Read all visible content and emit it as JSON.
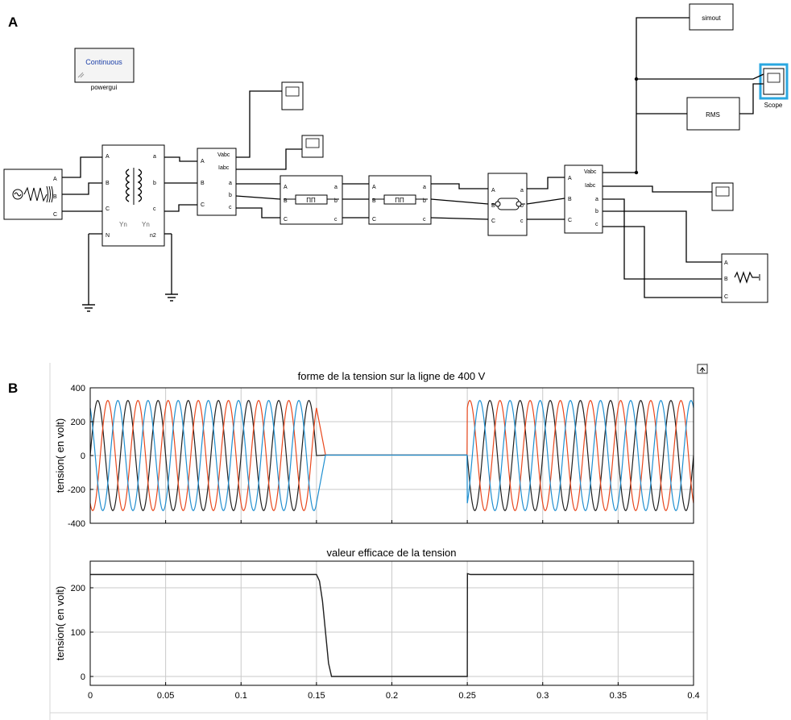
{
  "panels": {
    "a": "A",
    "b": "B"
  },
  "diagram": {
    "powergui": {
      "mode": "Continuous",
      "name": "powergui"
    },
    "simout": "simout",
    "rms": "RMS",
    "scope_name": "Scope",
    "transformer": {
      "ports_left": [
        "A",
        "B",
        "C",
        "N"
      ],
      "ports_right": [
        "a",
        "b",
        "c",
        "n2"
      ],
      "windings": [
        "Yn",
        "Yn"
      ]
    },
    "source_ports": [
      "A",
      "B",
      "C"
    ],
    "measurement_ports_left": [
      "A",
      "B",
      "C"
    ],
    "measurement_ports_right": [
      "Vabc",
      "Iabc",
      "a",
      "b",
      "c"
    ],
    "line_ports_left": [
      "A",
      "B",
      "C"
    ],
    "line_ports_right": [
      "a",
      "b",
      "c"
    ],
    "pi_symbol": "ΠΠ",
    "load_ports": [
      "A",
      "B",
      "C"
    ],
    "accent_color": "#2aa7e0"
  },
  "chart_data": [
    {
      "type": "line",
      "title": "forme de la tension sur la ligne de 400 V",
      "xlabel": "",
      "ylabel": "tension( en volt)",
      "xlim": [
        0,
        0.4
      ],
      "ylim": [
        -400,
        400
      ],
      "yticks": [
        -400,
        -200,
        0,
        200,
        400
      ],
      "xticks": [
        0,
        0.05,
        0.1,
        0.15,
        0.2,
        0.25,
        0.3,
        0.35,
        0.4
      ],
      "grid": true,
      "frequency_hz": 50,
      "amplitude": 325,
      "fault_interval": [
        0.15,
        0.25
      ],
      "fault_level": 3,
      "series_colors": [
        "#1f1f1f",
        "#e8471c",
        "#1f8fd0"
      ],
      "phase_degrees": [
        0,
        -120,
        120
      ]
    },
    {
      "type": "line",
      "title": "valeur efficace de la tension",
      "xlabel": "",
      "ylabel": "tension( en volt)",
      "xlim": [
        0,
        0.4
      ],
      "ylim": [
        -20,
        260
      ],
      "yticks": [
        0,
        100,
        200
      ],
      "xticks": [
        0,
        0.05,
        0.1,
        0.15,
        0.2,
        0.25,
        0.3,
        0.35,
        0.4
      ],
      "xtick_labels": [
        "0",
        "0.05",
        "0.1",
        "0.15",
        "0.2",
        "0.25",
        "0.3",
        "0.35",
        "0.4"
      ],
      "grid": true,
      "x": [
        0,
        0.15,
        0.152,
        0.154,
        0.156,
        0.158,
        0.16,
        0.25,
        0.2501,
        0.252,
        0.4
      ],
      "y": [
        230,
        230,
        215,
        170,
        100,
        30,
        0,
        0,
        232,
        230,
        230
      ],
      "series_colors": [
        "#1f1f1f"
      ]
    }
  ]
}
